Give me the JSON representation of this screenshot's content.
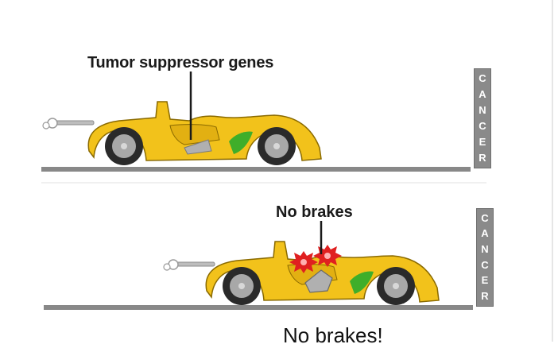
{
  "labels": {
    "top_pointer": "Tumor suppressor genes",
    "bottom_pointer": "No brakes",
    "caption": "No brakes!"
  },
  "signs": {
    "top_letters": [
      "C",
      "A",
      "N",
      "C",
      "E",
      "R"
    ],
    "bottom_letters": [
      "C",
      "A",
      "N",
      "C",
      "E",
      "R"
    ]
  },
  "colors": {
    "car_body": "#f2c21b",
    "car_outline": "#8a6a00",
    "tire": "#2a2a2a",
    "hub": "#a8a8a8",
    "road": "#888888",
    "sign": "#8a8a8a",
    "burst": "#e02020",
    "green_panel": "#3fae2a"
  }
}
